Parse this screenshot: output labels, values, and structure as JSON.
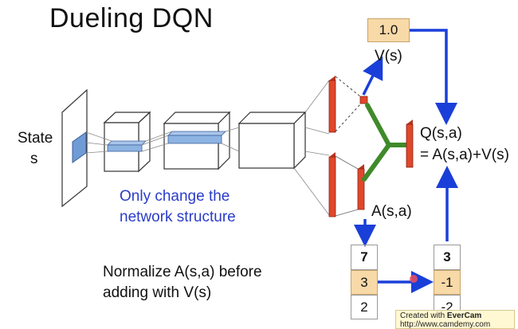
{
  "title": "Dueling DQN",
  "state_label_line1": "State",
  "state_label_line2": "s",
  "note_blue_line1": "Only change the",
  "note_blue_line2": "network structure",
  "note_black_line1": "Normalize A(s,a) before",
  "note_black_line2": "adding with V(s)",
  "v_value": "1.0",
  "v_label": "V(s)",
  "a_label": "A(s,a)",
  "q_label_line1": "Q(s,a)",
  "q_label_line2": "= A(s,a)+V(s)",
  "a_values": [
    "7",
    "3",
    "2"
  ],
  "normalized_values": [
    "3",
    "-1",
    "-2"
  ],
  "watermark_line1_prefix": "Created with ",
  "watermark_brand": "EverCam",
  "watermark_line2": "http://www.camdemy.com",
  "colors": {
    "red_layer": "#e0472b",
    "green_merge": "#3f8a2a",
    "blue_arrow": "#1a3fd8",
    "blue_text": "#2a3cc8",
    "peach_box": "#f8d9a8",
    "feature_blue": "#8db3e2"
  }
}
